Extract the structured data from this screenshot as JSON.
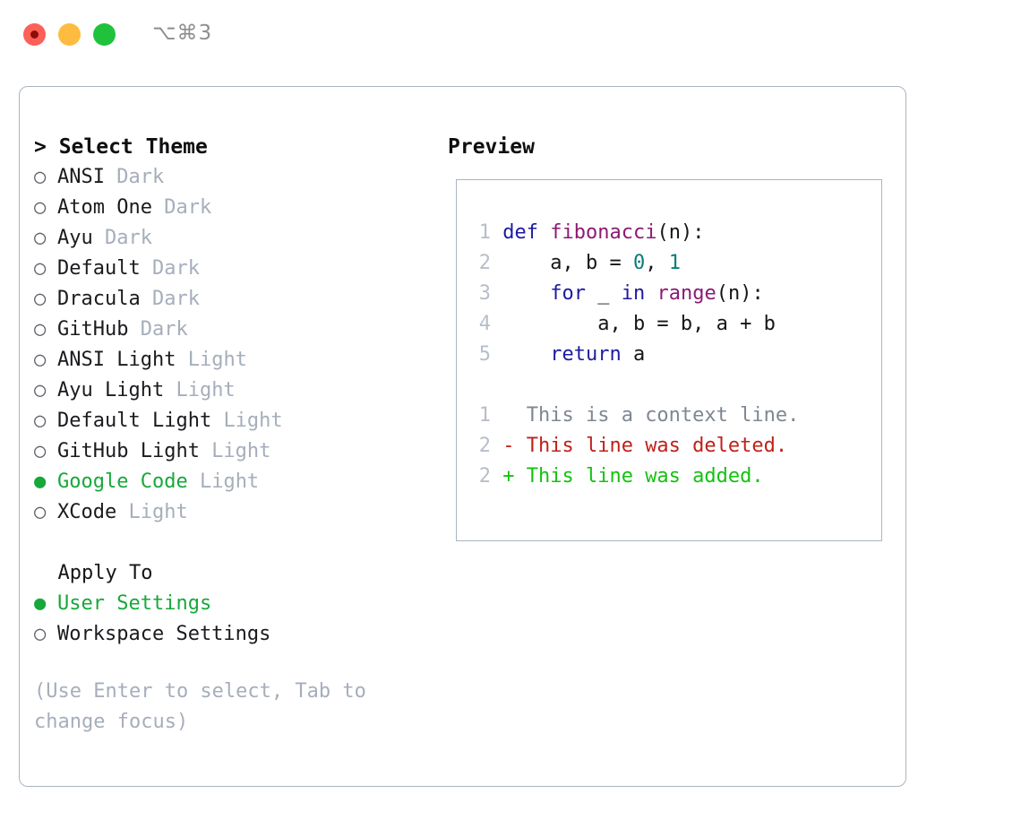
{
  "window": {
    "title": "⌥⌘3",
    "traffic_lights": [
      "close-button",
      "minimize-button",
      "maximize-button"
    ],
    "colors": {
      "close": "#fc6058",
      "minimize": "#fdbc40",
      "maximize": "#1fc33b",
      "panel_border": "#aab4c0",
      "accent_green": "#17a83a",
      "muted": "#a6aebb"
    }
  },
  "theme_picker": {
    "header": "> Select Theme",
    "bullet_selected": "●",
    "bullet_unselected": "○",
    "items": [
      {
        "name": "ANSI",
        "kind": "Dark",
        "selected": false
      },
      {
        "name": "Atom One",
        "kind": "Dark",
        "selected": false
      },
      {
        "name": "Ayu",
        "kind": "Dark",
        "selected": false
      },
      {
        "name": "Default",
        "kind": "Dark",
        "selected": false
      },
      {
        "name": "Dracula",
        "kind": "Dark",
        "selected": false
      },
      {
        "name": "GitHub",
        "kind": "Dark",
        "selected": false
      },
      {
        "name": "ANSI Light",
        "kind": "Light",
        "selected": false
      },
      {
        "name": "Ayu Light",
        "kind": "Light",
        "selected": false
      },
      {
        "name": "Default Light",
        "kind": "Light",
        "selected": false
      },
      {
        "name": "GitHub Light",
        "kind": "Light",
        "selected": false
      },
      {
        "name": "Google Code",
        "kind": "Light",
        "selected": true
      },
      {
        "name": "XCode",
        "kind": "Light",
        "selected": false
      }
    ]
  },
  "apply_to": {
    "header": "Apply To",
    "options": [
      {
        "label": "User Settings",
        "selected": true
      },
      {
        "label": "Workspace Settings",
        "selected": false
      }
    ]
  },
  "hint": "(Use Enter to select, Tab to change focus)",
  "preview": {
    "title": "Preview",
    "code_lines": [
      {
        "num": "1",
        "tokens": [
          {
            "text": "def ",
            "cls": "t-kw"
          },
          {
            "text": "fibonacci",
            "cls": "t-fn"
          },
          {
            "text": "(n):",
            "cls": "t-pl"
          }
        ]
      },
      {
        "num": "2",
        "tokens": [
          {
            "text": "    a, b = ",
            "cls": "t-pl"
          },
          {
            "text": "0",
            "cls": "t-num"
          },
          {
            "text": ", ",
            "cls": "t-pl"
          },
          {
            "text": "1",
            "cls": "t-num"
          }
        ]
      },
      {
        "num": "3",
        "tokens": [
          {
            "text": "    ",
            "cls": "t-pl"
          },
          {
            "text": "for",
            "cls": "t-kw"
          },
          {
            "text": " _ ",
            "cls": "t-pl"
          },
          {
            "text": "in ",
            "cls": "t-kw"
          },
          {
            "text": "range",
            "cls": "t-fn"
          },
          {
            "text": "(n):",
            "cls": "t-pl"
          }
        ]
      },
      {
        "num": "4",
        "tokens": [
          {
            "text": "        a, b = b, a + b",
            "cls": "t-pl"
          }
        ]
      },
      {
        "num": "5",
        "tokens": [
          {
            "text": "    ",
            "cls": "t-pl"
          },
          {
            "text": "return",
            "cls": "t-kw"
          },
          {
            "text": " a",
            "cls": "t-pl"
          }
        ]
      }
    ],
    "diff_lines": [
      {
        "num": "1",
        "sign": "  ",
        "text": "This is a context line.",
        "cls": "d-ctx"
      },
      {
        "num": "2",
        "sign": "- ",
        "text": "This line was deleted.",
        "cls": "d-del"
      },
      {
        "num": "2",
        "sign": "+ ",
        "text": "This line was added.",
        "cls": "d-add"
      }
    ]
  }
}
